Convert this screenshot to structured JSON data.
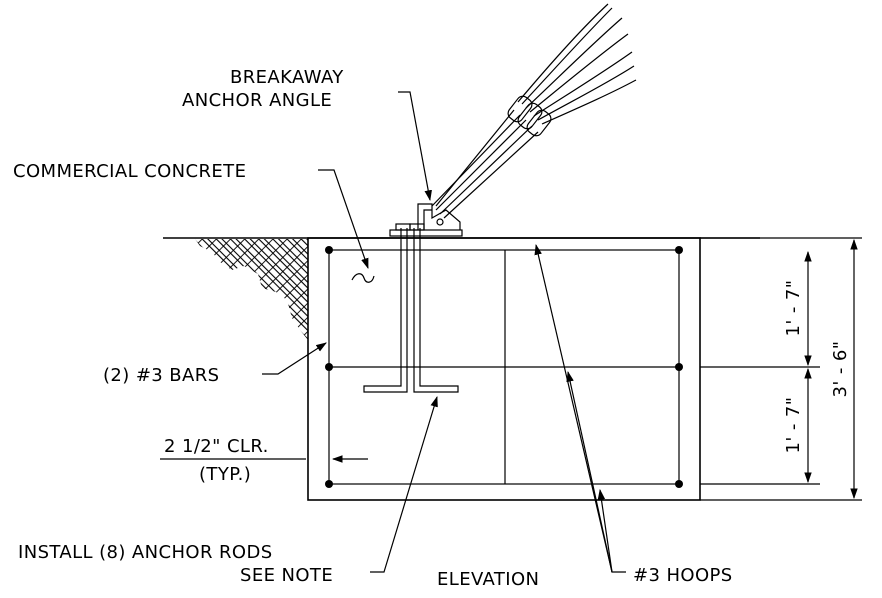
{
  "labels": {
    "breakaway_line1": "BREAKAWAY",
    "breakaway_line2": "ANCHOR ANGLE",
    "commercial_concrete": "COMMERCIAL CONCRETE",
    "bars": "(2) #3 BARS",
    "clear_line1": "2 1/2\" CLR.",
    "clear_line2": "(TYP.)",
    "anchor_rods_line1": "INSTALL (8) ANCHOR RODS",
    "anchor_rods_line2": "SEE NOTE",
    "hoops": "#3 HOOPS",
    "title": "ELEVATION"
  },
  "dimensions": {
    "upper": "1' - 7\"",
    "lower": "1' - 7\"",
    "total": "3' - 6\""
  },
  "colors": {
    "ink": "#000000",
    "paper": "#ffffff"
  }
}
